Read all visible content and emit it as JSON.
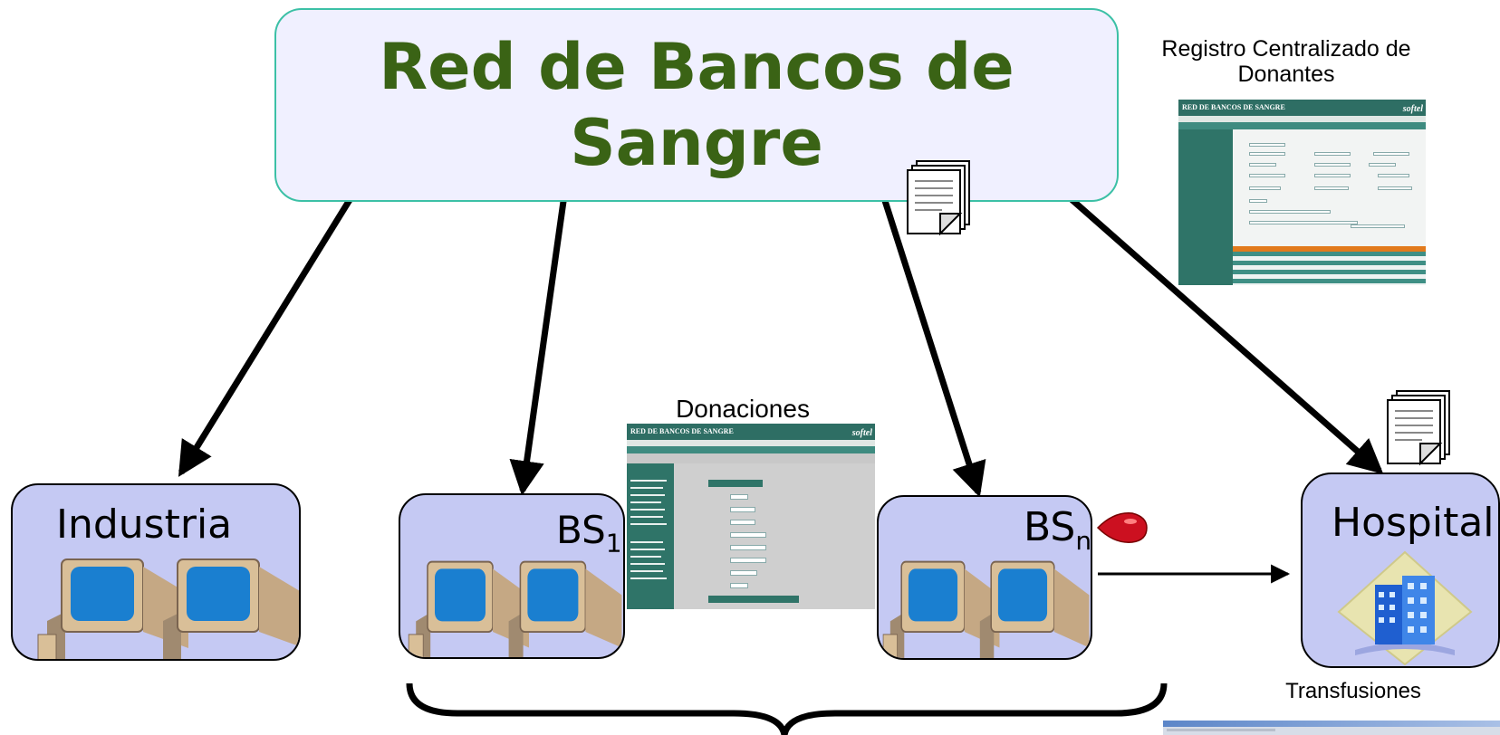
{
  "network": {
    "title": "Red de Bancos de Sangre"
  },
  "nodes": {
    "industria": {
      "label": "Industria"
    },
    "bs1": {
      "label": "BS",
      "subscript": "1"
    },
    "bsn": {
      "label": "BS",
      "subscript": "n"
    },
    "hospital": {
      "label": "Hospital"
    }
  },
  "captions": {
    "registro": "Registro Centralizado de Donantes",
    "donaciones": "Donaciones",
    "transfusiones": "Transfusiones"
  },
  "screenshots": {
    "app_header": "RED DE BANCOS DE SANGRE",
    "brand": "softel"
  },
  "colors": {
    "title_green": "#3a6315",
    "node_fill": "#c5c9f3",
    "box_border": "#3cc0a6",
    "drop_red": "#cc1020"
  },
  "icons": [
    "computer-pair-icon",
    "document-stack-icon",
    "blood-drop-icon",
    "hospital-building-icon"
  ]
}
